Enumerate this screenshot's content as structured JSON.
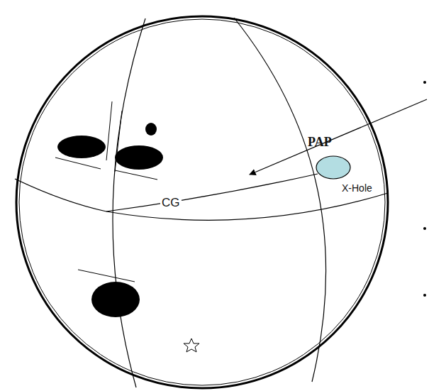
{
  "diagram": {
    "labels": [
      "PAP",
      "X-Hole",
      "CG"
    ]
  }
}
